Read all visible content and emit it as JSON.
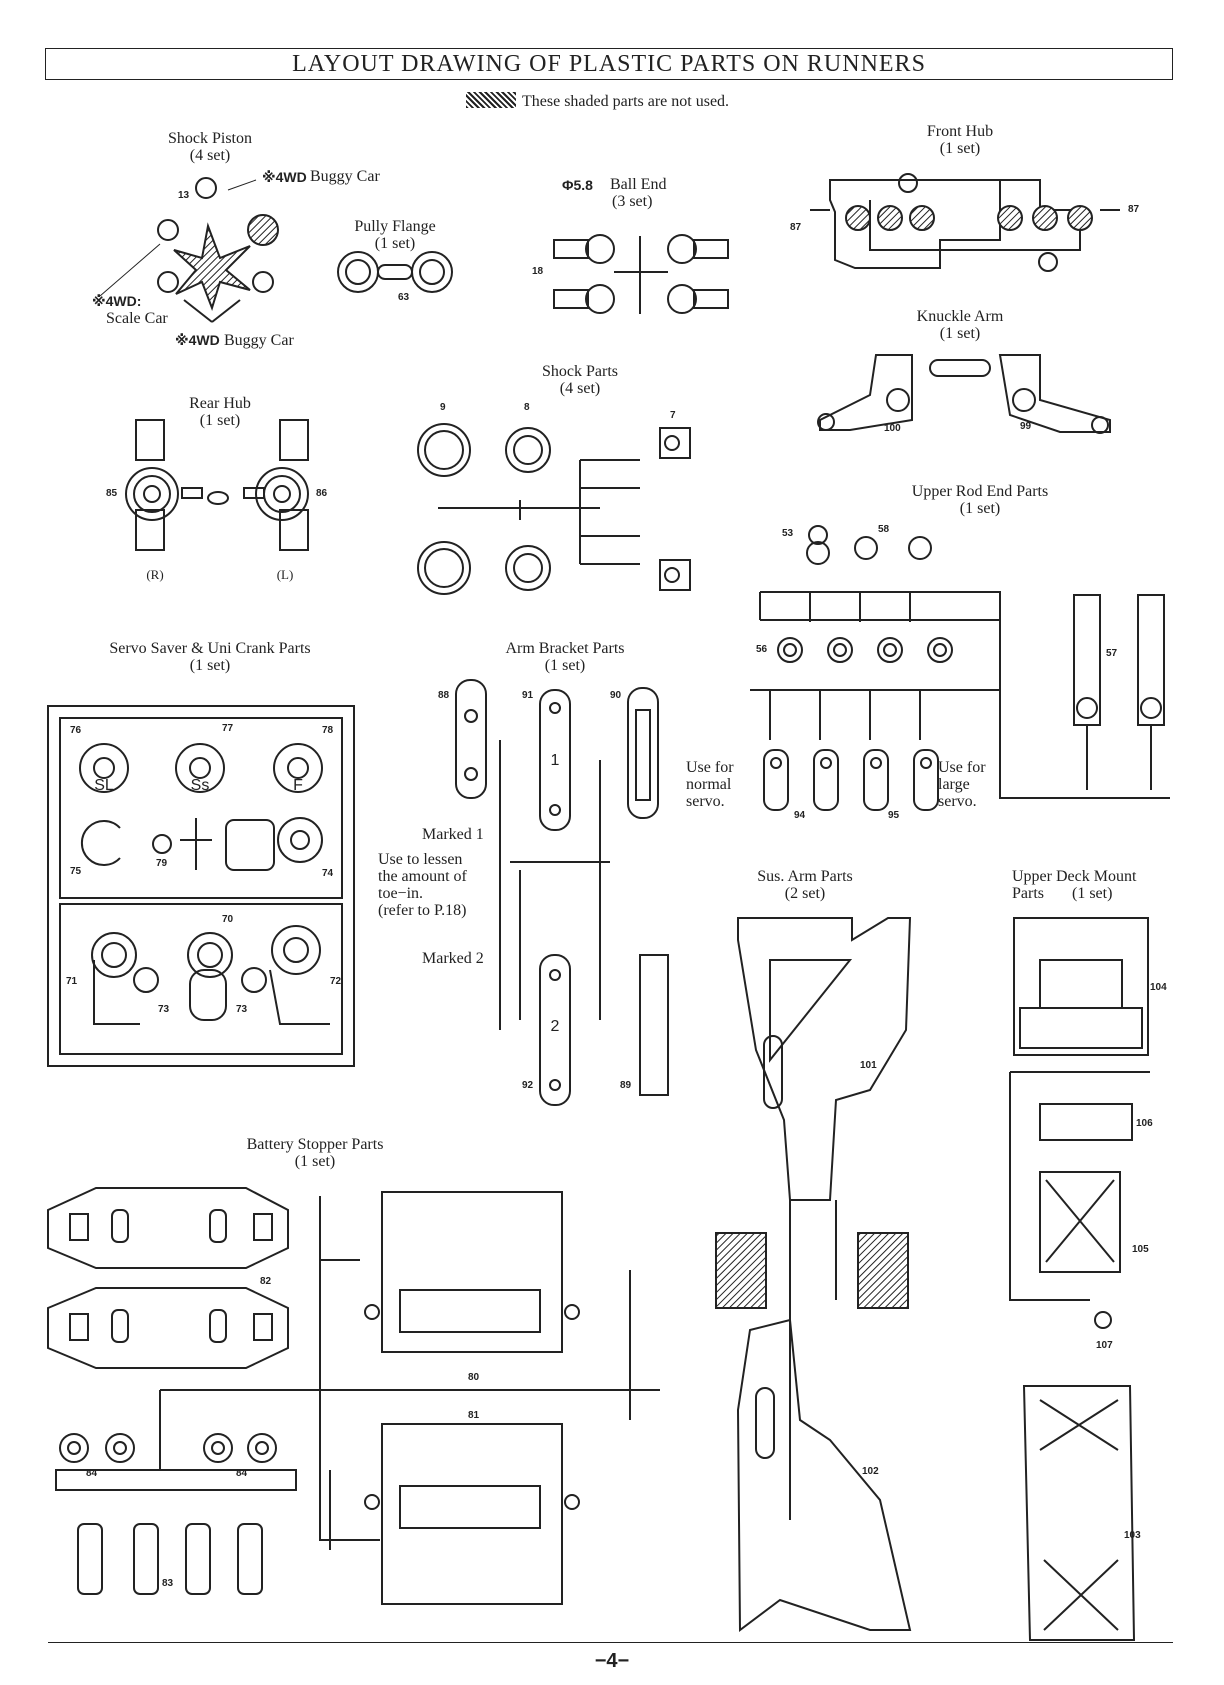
{
  "title": "LAYOUT DRAWING OF PLASTIC PARTS ON RUNNERS",
  "shaded_note": "These shaded parts are not used.",
  "groups": {
    "shock_piston": {
      "title": "Shock Piston",
      "qty": "(4 set)",
      "note_top": "※4WD",
      "note_top_suffix": "Buggy Car",
      "note_left": "※4WD:",
      "note_left2": "Scale Car",
      "note_bottom": "※4WD",
      "note_bottom_suffix": "Buggy Car",
      "part": "13"
    },
    "pully_flange": {
      "title": "Pully Flange",
      "qty": "(1 set)",
      "part": "63"
    },
    "ball_end": {
      "prefix": "Φ5.8",
      "title": "Ball End",
      "qty": "(3 set)",
      "part": "18"
    },
    "front_hub": {
      "title": "Front Hub",
      "qty": "(1 set)",
      "part_left": "87",
      "part_right": "87"
    },
    "knuckle_arm": {
      "title": "Knuckle Arm",
      "qty": "(1 set)",
      "part_left": "100",
      "part_right": "99"
    },
    "rear_hub": {
      "title": "Rear Hub",
      "qty": "(1 set)",
      "part_left": "85",
      "part_right": "86",
      "label_r": "(R)",
      "label_l": "(L)"
    },
    "shock_parts": {
      "title": "Shock Parts",
      "qty": "(4 set)",
      "p9": "9",
      "p8": "8",
      "p7": "7"
    },
    "upper_rod_end": {
      "title": "Upper Rod End Parts",
      "qty": "(1 set)",
      "p53": "53",
      "p58": "58",
      "p56": "56",
      "p57": "57",
      "p94": "94",
      "p95": "95",
      "normal": [
        "Use for",
        "normal",
        "servo."
      ],
      "large": [
        "Use for",
        "large",
        "servo."
      ]
    },
    "servo_saver": {
      "title": "Servo Saver & Uni Crank Parts",
      "qty": "(1 set)",
      "nums": [
        "76",
        "77",
        "78",
        "75",
        "79",
        "74",
        "70",
        "71",
        "73",
        "73",
        "72"
      ],
      "sl": "SL",
      "ss": "Ss",
      "f": "F"
    },
    "arm_bracket": {
      "title": "Arm Bracket Parts",
      "qty": "(1 set)",
      "p88": "88",
      "p91": "91",
      "p90": "90",
      "p92": "92",
      "p89": "89",
      "marked1": "Marked 1",
      "marked2": "Marked 2",
      "mark1": "1",
      "mark2": "2",
      "note": [
        "Use to lessen",
        "the amount of",
        "toe−in.",
        "(refer to P.18)"
      ]
    },
    "sus_arm": {
      "title": "Sus. Arm Parts",
      "qty": "(2 set)",
      "p101": "101",
      "p102": "102"
    },
    "upper_deck": {
      "title": "Upper Deck Mount",
      "title2": "Parts",
      "qty": "(1 set)",
      "p104": "104",
      "p106": "106",
      "p105": "105",
      "p107": "107",
      "p103": "103"
    },
    "battery_stopper": {
      "title": "Battery Stopper Parts",
      "qty": "(1 set)",
      "p82": "82",
      "p80": "80",
      "p81": "81",
      "p84a": "84",
      "p84b": "84",
      "p83": "83"
    }
  },
  "page_number": "−4−"
}
